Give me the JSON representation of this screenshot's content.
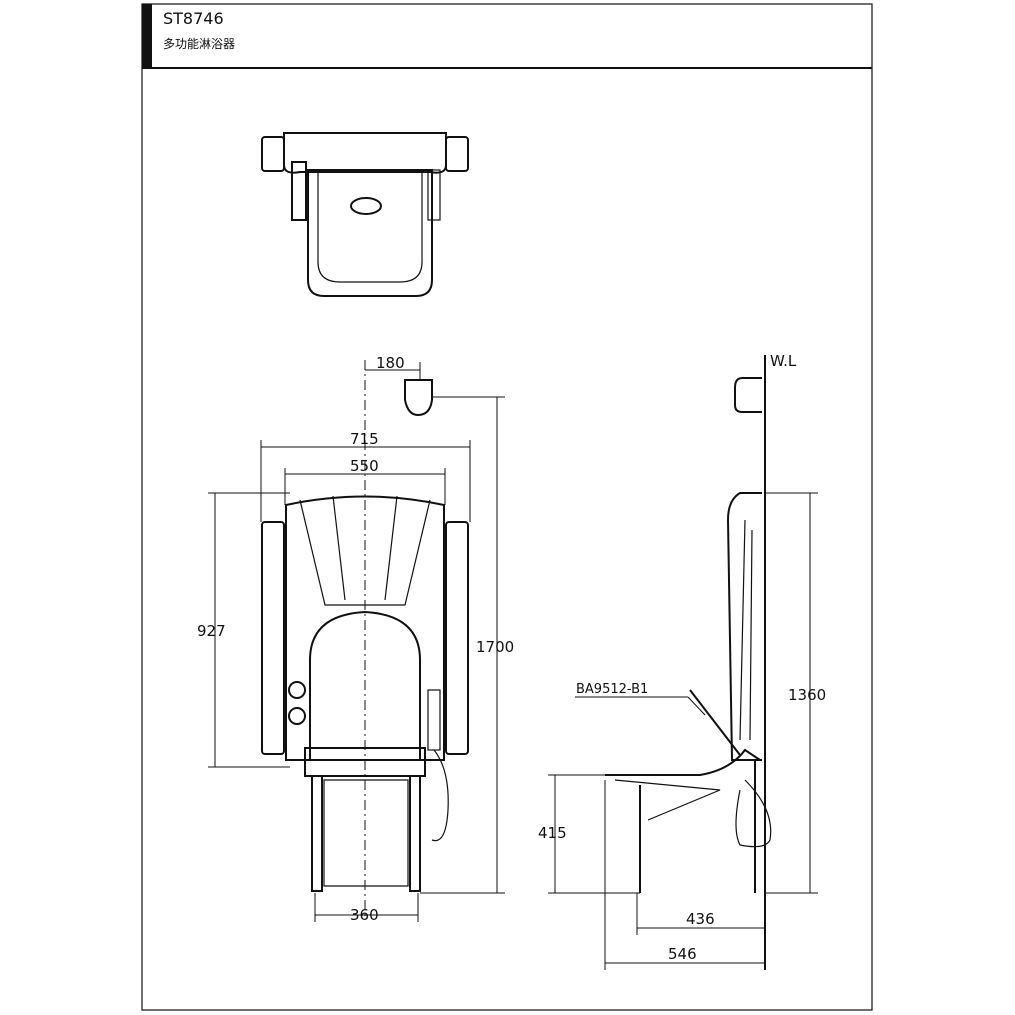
{
  "header": {
    "model": "ST8746",
    "product_name": "多功能淋浴器"
  },
  "dimensions": {
    "shower_head_offset": "180",
    "overall_width": "715",
    "backrest_width": "550",
    "panel_height": "927",
    "total_height": "1700",
    "seat_leg_width": "360",
    "wall_height": "1360",
    "seat_height": "415",
    "seat_depth_inner": "436",
    "seat_depth_outer": "546"
  },
  "labels": {
    "wall_line": "W.L",
    "part_number": "BA9512-B1"
  },
  "colors": {
    "line": "#111111",
    "background": "#ffffff"
  }
}
